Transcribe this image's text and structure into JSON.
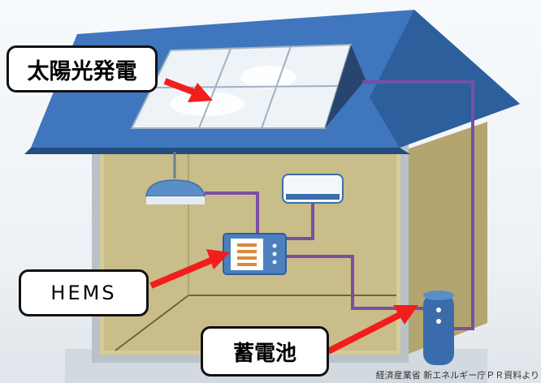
{
  "labels": {
    "solar": "太陽光発電",
    "hems": "HEMS",
    "battery": "蓄電池"
  },
  "credit": "経済産業省 新エネルギー庁ＰＲ資料より",
  "icons": [
    "solar-panel-icon",
    "ceiling-light-icon",
    "air-conditioner-icon",
    "hems-controller-icon",
    "storage-battery-icon"
  ],
  "colors": {
    "roof": "#3f76bd",
    "roof_dark": "#2d5f9c",
    "wall": "#c9bd8a",
    "wall_side": "#b3a56f",
    "wire": "#7b4ea3",
    "arrow": "#f21d1d",
    "panel": "#eef3f7"
  }
}
